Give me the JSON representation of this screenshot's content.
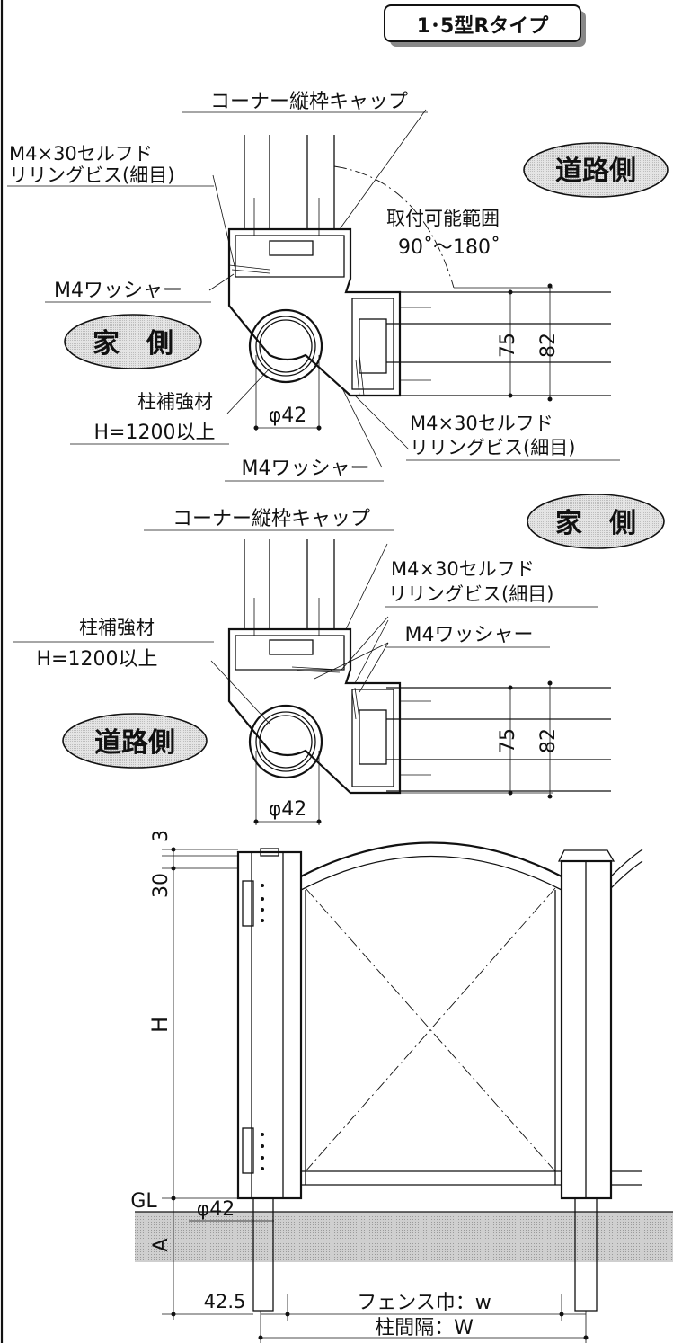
{
  "title_badge": "1･5型Rタイプ",
  "top_view": {
    "corner_cap": "コーナー縦枠キャップ",
    "screw_left_1": "M4×30セルフド",
    "screw_left_2": "リリングビス(細目)",
    "road_side": "道路側",
    "range_1": "取付可能範囲",
    "range_2": "90˚～180˚",
    "washer_left": "M4ワッシャー",
    "house_side": "家　側",
    "dim_75": "75",
    "dim_82": "82",
    "reinforcement": "柱補強材",
    "height_note": "H=1200以上",
    "phi": "φ42",
    "screw_right_1": "M4×30セルフド",
    "screw_right_2": "リリングビス(細目)",
    "washer_bottom": "M4ワッシャー"
  },
  "mid_view": {
    "corner_cap": "コーナー縦枠キャップ",
    "house_side": "家　側",
    "screw_1": "M4×30セルフド",
    "screw_2": "リリングビス(細目)",
    "reinforcement": "柱補強材",
    "height_note": "H=1200以上",
    "washer": "M4ワッシャー",
    "road_side": "道路側",
    "dim_75": "75",
    "dim_82": "82",
    "phi": "φ42"
  },
  "elevation": {
    "dim_3": "3",
    "dim_30": "30",
    "dim_H": "H",
    "gl": "GL",
    "phi": "φ42",
    "dim_A": "A",
    "dim_42_5": "42.5",
    "fence_width": "フェンス巾：w",
    "post_spacing": "柱間隔：W"
  }
}
